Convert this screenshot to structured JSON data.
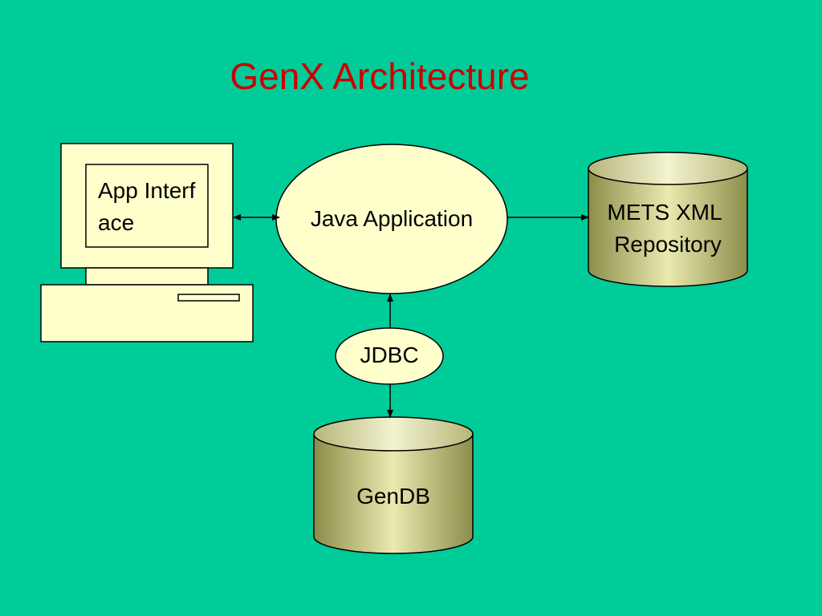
{
  "slide": {
    "title": "GenX Architecture"
  },
  "nodes": {
    "app_interface": "App Interface",
    "java_application": "Java Application",
    "mets_repository_line1": "METS XML",
    "mets_repository_line2": "Repository",
    "jdbc": "JDBC",
    "gendb": "GenDB"
  },
  "colors": {
    "background": "#00cc99",
    "title": "#cc0000",
    "node_fill": "#ffffcc",
    "cylinder_dark": "#8c8c4a",
    "cylinder_light": "#eaeab0"
  }
}
